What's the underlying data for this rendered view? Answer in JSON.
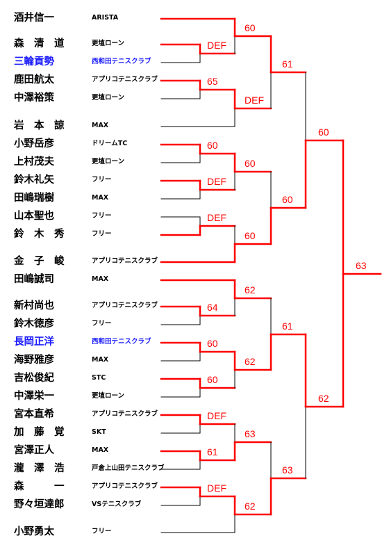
{
  "players": [
    {
      "name": "酒井信一",
      "club": "ARISTA",
      "color": "#000000"
    },
    {
      "name": "森　清　道",
      "club": "更埴ローン",
      "color": "#000000"
    },
    {
      "name": "三輪貢勢",
      "club": "西和田テニスクラブ",
      "color": "#1a1aff"
    },
    {
      "name": "鹿田航太",
      "club": "アプリコテニスクラブ",
      "color": "#000000"
    },
    {
      "name": "中澤裕策",
      "club": "更埴ローン",
      "color": "#000000"
    },
    {
      "name": "岩　本　諒",
      "club": "MAX",
      "color": "#000000"
    },
    {
      "name": "小野岳彦",
      "club": "ドリームTC",
      "color": "#000000"
    },
    {
      "name": "上村茂夫",
      "club": "更埴ローン",
      "color": "#000000"
    },
    {
      "name": "鈴木礼矢",
      "club": "フリー",
      "color": "#000000"
    },
    {
      "name": "田嶋瑞樹",
      "club": "MAX",
      "color": "#000000"
    },
    {
      "name": "山本聖也",
      "club": "フリー",
      "color": "#000000"
    },
    {
      "name": "鈴　木　秀",
      "club": "フリー",
      "color": "#000000"
    },
    {
      "name": "金　子　峻",
      "club": "アプリコテニスクラブ",
      "color": "#000000"
    },
    {
      "name": "田嶋誠司",
      "club": "MAX",
      "color": "#000000"
    },
    {
      "name": "新村尚也",
      "club": "アプリコテニスクラブ",
      "color": "#000000"
    },
    {
      "name": "鈴木徳彦",
      "club": "フリー",
      "color": "#000000"
    },
    {
      "name": "長岡正洋",
      "club": "西和田テニスクラブ",
      "color": "#1a1aff"
    },
    {
      "name": "海野雅彦",
      "club": "MAX",
      "color": "#000000"
    },
    {
      "name": "吉松俊紀",
      "club": "STC",
      "color": "#000000"
    },
    {
      "name": "中澤栄一",
      "club": "更埴ローン",
      "color": "#000000"
    },
    {
      "name": "宮本直希",
      "club": "アプリコテニスクラブ",
      "color": "#000000"
    },
    {
      "name": "加　藤　覚",
      "club": "SKT",
      "color": "#000000"
    },
    {
      "name": "宮澤正人",
      "club": "MAX",
      "color": "#000000"
    },
    {
      "name": "瀧　澤　浩",
      "club": "戸倉上山田テニスクラブ",
      "color": "#000000"
    },
    {
      "name": "森　　　一",
      "club": "アプリコテニスクラブ",
      "color": "#000000"
    },
    {
      "name": "野々垣達郎",
      "club": "VSテニスクラブ",
      "color": "#000000"
    },
    {
      "name": "小野勇太",
      "club": "フリー",
      "color": "#000000"
    }
  ],
  "scores": {
    "r1": [
      "DEF",
      "65",
      "60",
      "DEF",
      "DEF",
      "64",
      "60",
      "60",
      "DEF",
      "61",
      "DEF"
    ],
    "r2": [
      "60",
      "DEF",
      "60",
      "60",
      "62",
      "62",
      "63",
      "62"
    ],
    "r3": [
      "61",
      "60",
      "61",
      "63"
    ],
    "r4": [
      "60",
      "62"
    ],
    "final": "63"
  },
  "colors": {
    "winner_line": "#ff0000",
    "loser_line": "#000000",
    "score_text": "#ff0000"
  }
}
